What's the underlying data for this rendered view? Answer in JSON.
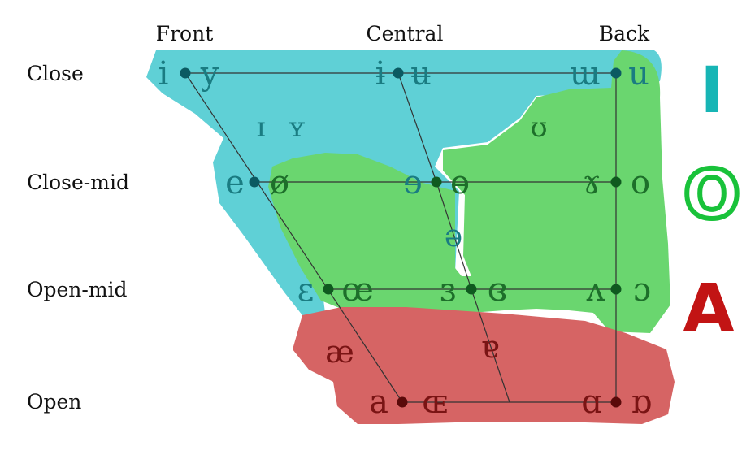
{
  "colors": {
    "close_region": "#5fd0d6",
    "mid_region": "#6ad66f",
    "open_region": "#d66464",
    "close_text": "#1a7c82",
    "mid_text": "#1d6f2a",
    "open_text": "#7a1414",
    "close_dot": "#0b5a62",
    "mid_dot": "#0f5a1f",
    "open_dot": "#5a0a0a",
    "line": "#333333",
    "legend_i": "#17b5b5",
    "legend_o": "#19c23a",
    "legend_a": "#c21414"
  },
  "column_labels": {
    "front": "Front",
    "central": "Central",
    "back": "Back"
  },
  "row_labels": {
    "close": "Close",
    "close_mid": "Close-mid",
    "open_mid": "Open-mid",
    "open": "Open"
  },
  "vowels": {
    "close_front_unrounded": "i",
    "close_front_rounded": "y",
    "close_central_unrounded": "ɨ",
    "close_central_rounded": "ʉ",
    "close_back_unrounded": "ɯ",
    "close_back_rounded": "u",
    "near_close_front_unrounded": "ɪ",
    "near_close_front_rounded": "ʏ",
    "near_close_back_rounded": "ʊ",
    "close_mid_front_unrounded": "e",
    "close_mid_front_rounded": "ø",
    "close_mid_central_unrounded": "ɘ",
    "close_mid_central_rounded": "ɵ",
    "close_mid_back_unrounded": "ɤ",
    "close_mid_back_rounded": "o",
    "mid_central": "ə",
    "open_mid_front_unrounded": "ɛ",
    "open_mid_front_rounded": "œ",
    "open_mid_central_unrounded": "ɜ",
    "open_mid_central_rounded": "ɞ",
    "open_mid_back_unrounded": "ʌ",
    "open_mid_back_rounded": "ɔ",
    "near_open_front_unrounded": "æ",
    "near_open_central": "ɐ",
    "open_front_unrounded": "a",
    "open_front_rounded": "ɶ",
    "open_back_unrounded": "ɑ",
    "open_back_rounded": "ɒ"
  },
  "legend": {
    "i_glyph": "I",
    "o_glyph": "O",
    "a_glyph": "A"
  }
}
